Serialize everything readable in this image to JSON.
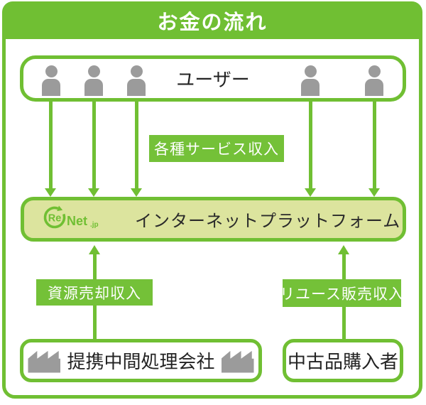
{
  "header": {
    "title": "お金の流れ"
  },
  "users": {
    "label": "ユーザー",
    "icon": "user-person-icon",
    "icon_count": 5
  },
  "flow_labels": {
    "service_income": "各種サービス収入",
    "resource_sale_income": "資源売却収入",
    "reuse_sale_income": "リユース販売収入"
  },
  "platform": {
    "label": "インターネットプラットフォーム",
    "logo": {
      "re": "Re",
      "net": "Net",
      "jp": ".jp",
      "icon": "renet-jp-recycle-logo"
    }
  },
  "partner_company": {
    "label": "提携中間処理会社",
    "icon": "factory-icon"
  },
  "used_goods_buyer": {
    "label": "中古品購入者"
  },
  "arrows": {
    "down_from_users_to_platform": 5,
    "up_from_partner_to_platform": 1,
    "up_from_buyer_to_platform": 1
  },
  "colors": {
    "green": "#70bf33",
    "label_green": "#74c138",
    "platform_fill": "#dce49e",
    "icon_gray": "#9b9b9b",
    "text_dark": "#232323",
    "title_text": "#ffffff"
  }
}
